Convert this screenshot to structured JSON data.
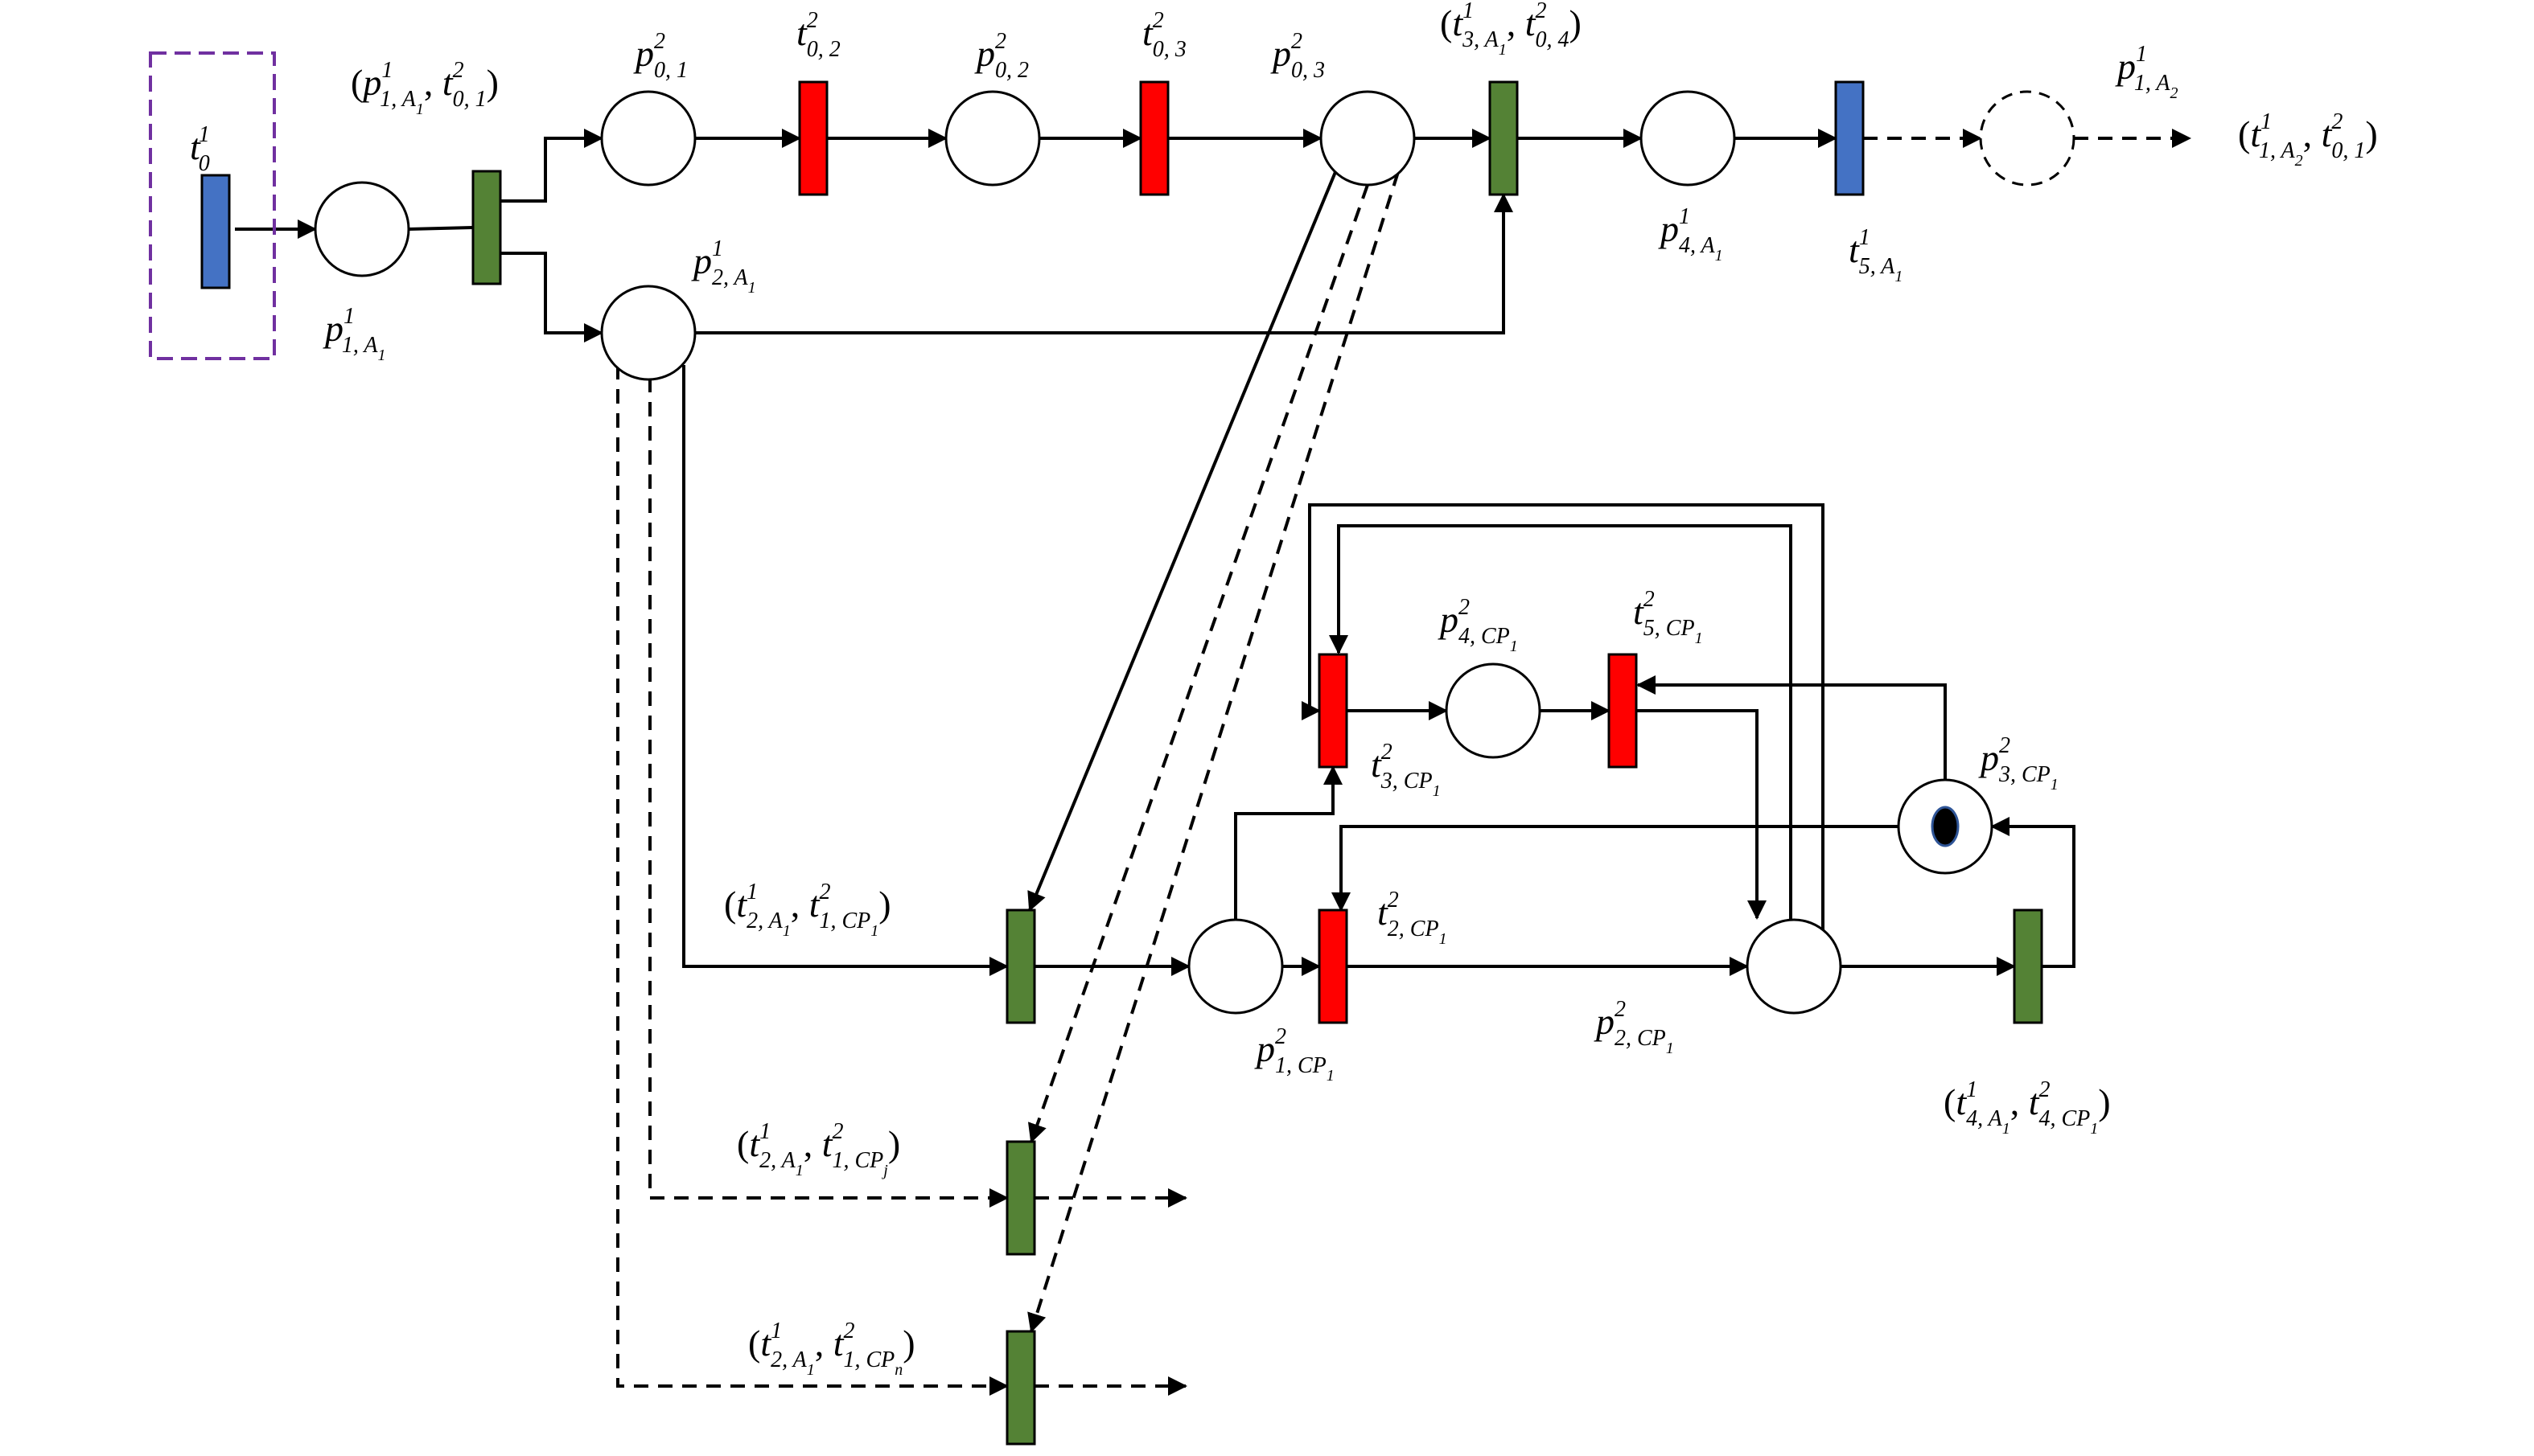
{
  "colors": {
    "blue": "#4472C4",
    "green": "#548235",
    "red": "#FF0000",
    "frame": "#7030A0",
    "token": "#000000"
  },
  "labels": {
    "t0": {
      "base": "t",
      "sup": "1",
      "sub": "0"
    },
    "p1A1_pair": {
      "pre": "(",
      "b1": "p",
      "sup1": "1",
      "sub1": "1, A",
      "subsub1": "1",
      "mid": ", ",
      "b2": "t",
      "sup2": "2",
      "sub2": "0, 1",
      "post": ")"
    },
    "p1A1": {
      "base": "p",
      "sup": "1",
      "sub": "1, A",
      "subsub": "1"
    },
    "p01": {
      "base": "p",
      "sup": "2",
      "sub": "0, 1"
    },
    "t02": {
      "base": "t",
      "sup": "2",
      "sub": "0, 2"
    },
    "p02": {
      "base": "p",
      "sup": "2",
      "sub": "0, 2"
    },
    "t03": {
      "base": "t",
      "sup": "2",
      "sub": "0, 3"
    },
    "p03": {
      "base": "p",
      "sup": "2",
      "sub": "0, 3"
    },
    "t3A1_pair": {
      "pre": "(",
      "b1": "t",
      "sup1": "1",
      "sub1": "3, A",
      "subsub1": "1",
      "mid": ", ",
      "b2": "t",
      "sup2": "2",
      "sub2": "0, 4",
      "post": ")"
    },
    "p2A1": {
      "base": "p",
      "sup": "1",
      "sub": "2, A",
      "subsub": "1"
    },
    "p4A1": {
      "base": "p",
      "sup": "1",
      "sub": "4, A",
      "subsub": "1"
    },
    "t5A1": {
      "base": "t",
      "sup": "1",
      "sub": "5, A",
      "subsub": "1"
    },
    "p1A2": {
      "base": "p",
      "sup": "1",
      "sub": "1, A",
      "subsub": "2"
    },
    "t1A2_pair": {
      "pre": "(",
      "b1": "t",
      "sup1": "1",
      "sub1": "1, A",
      "subsub1": "2",
      "mid": ", ",
      "b2": "t",
      "sup2": "2",
      "sub2": "0, 1",
      "post": ")"
    },
    "p4CP1": {
      "base": "p",
      "sup": "2",
      "sub": "4, CP",
      "subsub": "1"
    },
    "t5CP1": {
      "base": "t",
      "sup": "2",
      "sub": "5, CP",
      "subsub": "1"
    },
    "t3CP1": {
      "base": "t",
      "sup": "2",
      "sub": "3, CP",
      "subsub": "1"
    },
    "p3CP1": {
      "base": "p",
      "sup": "2",
      "sub": "3, CP",
      "subsub": "1"
    },
    "t2CP1": {
      "base": "t",
      "sup": "2",
      "sub": "2, CP",
      "subsub": "1"
    },
    "t2A1_cp1_pair": {
      "pre": "(",
      "b1": "t",
      "sup1": "1",
      "sub1": "2, A",
      "subsub1": "1",
      "mid": ", ",
      "b2": "t",
      "sup2": "2",
      "sub2": "1, CP",
      "subsub2": "1",
      "post": ")"
    },
    "p1CP1": {
      "base": "p",
      "sup": "2",
      "sub": "1, CP",
      "subsub": "1"
    },
    "p2CP1": {
      "base": "p",
      "sup": "2",
      "sub": "2, CP",
      "subsub": "1"
    },
    "t4A1_pair": {
      "pre": "(",
      "b1": "t",
      "sup1": "1",
      "sub1": "4, A",
      "subsub1": "1",
      "mid": ", ",
      "b2": "t",
      "sup2": "2",
      "sub2": "4, CP",
      "subsub2": "1",
      "post": ")"
    },
    "t2A1_cpj_pair": {
      "pre": "(",
      "b1": "t",
      "sup1": "1",
      "sub1": "2, A",
      "subsub1": "1",
      "mid": ", ",
      "b2": "t",
      "sup2": "2",
      "sub2": "1, CP",
      "subsub2": "j",
      "post": ")"
    },
    "t2A1_cpn_pair": {
      "pre": "(",
      "b1": "t",
      "sup1": "1",
      "sub1": "2, A",
      "subsub1": "1",
      "mid": ", ",
      "b2": "t",
      "sup2": "2",
      "sub2": "1, CP",
      "subsub2": "n",
      "post": ")"
    }
  }
}
